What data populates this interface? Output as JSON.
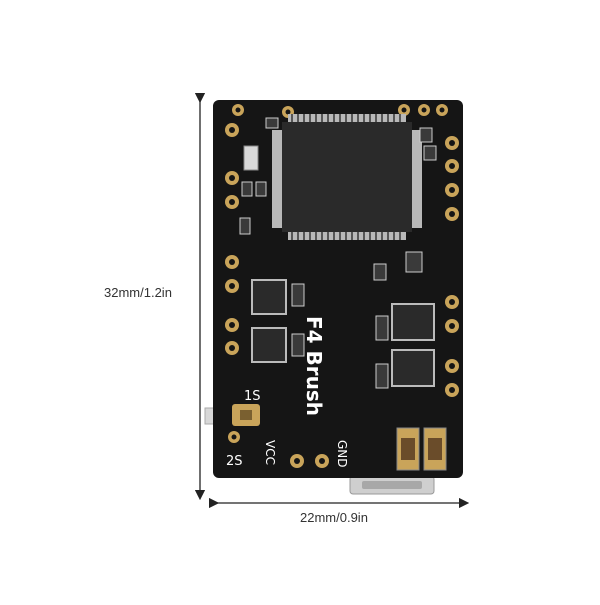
{
  "dimensions": {
    "height_label": "32mm/1.2in",
    "width_label": "22mm/0.9in"
  },
  "board": {
    "title": "F4 Brush",
    "pad_label_1s": "1S",
    "pad_label_2s": "2S",
    "pad_label_vcc": "VCC",
    "pad_label_gnd": "GND",
    "colors": {
      "pcb": "#151515",
      "silkscreen": "#ffffff",
      "pad_gold": "#c9a45a",
      "chip": "#2a2a2a",
      "pins": "#b8b8b8"
    }
  }
}
